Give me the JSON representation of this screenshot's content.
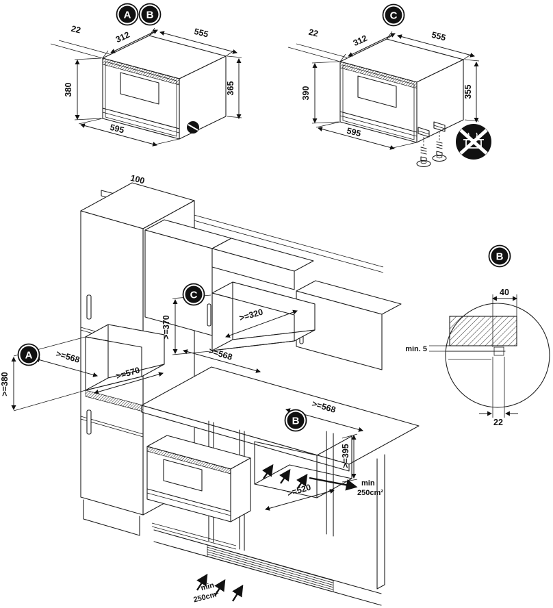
{
  "diagram": {
    "badge_a": "A",
    "badge_b": "B",
    "badge_c": "C",
    "unit_ab": {
      "gap": "22",
      "depth": "312",
      "width_top": "555",
      "height_left": "380",
      "height_right": "365",
      "width_bottom": "595"
    },
    "unit_c": {
      "gap": "22",
      "depth": "312",
      "width_top": "555",
      "height_left": "390",
      "height_right": "355",
      "width_bottom": "595"
    },
    "scene": {
      "wall_offset": "100",
      "niche_a": {
        "width": ">=568",
        "depth": ">=570",
        "height": ">=380"
      },
      "niche_c": {
        "height": ">=370",
        "depth": ">=320",
        "width": ">=568"
      },
      "niche_b": {
        "width": ">=568",
        "height": ">=395",
        "depth": ">=520",
        "vent_min": "min",
        "vent_area": "250cm²"
      },
      "plinth": {
        "vent_min": "min",
        "vent_area": "250cm²"
      }
    },
    "detail_b": {
      "overhang": "40",
      "gap": "min. 5",
      "thickness": "22"
    }
  }
}
